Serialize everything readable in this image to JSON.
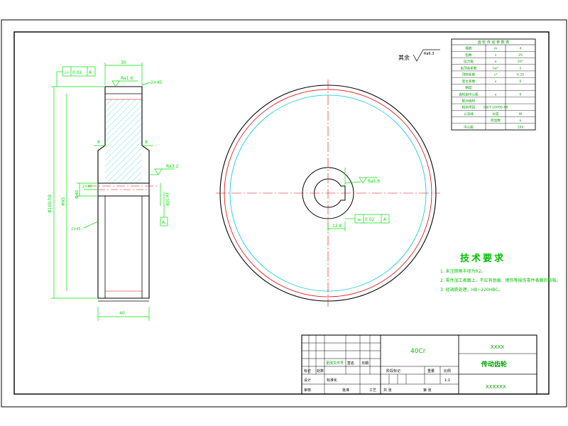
{
  "colors": {
    "frame": "#000000",
    "outline": "#ffffff",
    "body": "#000000",
    "dimension": "#00e000",
    "center_line": "#e00000",
    "pitch_circle": "#e00000",
    "root_circle": "#00c8e0",
    "hatch": "#00c8e0",
    "note_heading": "#00c000"
  },
  "section_view": {
    "flatness_callout": "0.02",
    "flatness_datum": "A",
    "width_dim": "30",
    "roughness_top": "Ra1.6",
    "chamfer_top": "2×45",
    "hub_dim_left": "8",
    "hub_dim_right": "8",
    "roughness_right": "Ra3.2",
    "datum_label": "A",
    "chamfer_bore": "2×45",
    "chamfer_bottom": "2×45",
    "outer_diameter": "Φ100-h9",
    "root_diameter": "Φ95",
    "bore_diameter": "Φ40",
    "bore_fit": "Φ20 H7",
    "hub_width_dim": "40"
  },
  "front_view": {
    "roughness_bore": "Ra1.6",
    "keyway_dim": "12.8",
    "symmetry_tol": "0.02",
    "symmetry_datum": "A",
    "rest_roughness_prefix": "其余",
    "rest_roughness_value": "Ra6.3"
  },
  "param_table": {
    "title": "齿 轮 传 动 参 数 表",
    "rows": [
      [
        "模数",
        "m",
        "4"
      ],
      [
        "齿数",
        "z",
        "25"
      ],
      [
        "压力角",
        "α",
        "20°"
      ],
      [
        "齿顶高系数",
        "ha*",
        "1"
      ],
      [
        "顶隙系数",
        "c*",
        "0.25"
      ],
      [
        "变位系数",
        "x",
        "0"
      ],
      [
        "精度",
        "",
        ""
      ],
      [
        "齿轮副中心距",
        "a",
        "0"
      ],
      [
        "配对齿轮",
        "",
        ""
      ],
      [
        "检验项目",
        "GB/T 10095-88",
        ""
      ],
      [
        "公法线",
        "长度",
        "W"
      ],
      [
        "",
        "跨齿数",
        "k"
      ],
      [
        "中心距",
        "",
        "100"
      ]
    ]
  },
  "tech_notes": {
    "heading": "技术要求",
    "items": [
      "1. 未注倒角半径为R2。",
      "2. 零件加工表面上，不应有划痕、擦伤等损伤零件表面的缺陷。",
      "3. 经调质处理，HB~220HBC。"
    ]
  },
  "title_block": {
    "material": "40Cr",
    "company": "XXXX",
    "part_name": "传动齿轮",
    "drawing_no": "XXXXXX",
    "label_marks": "标记",
    "label_zones": "处数",
    "label_change_doc": "更改文件号",
    "label_signature": "签名",
    "label_date": "日期",
    "label_design": "设计",
    "label_standardize": "标准化",
    "label_stage_mark": "阶段标记",
    "label_weight": "重量",
    "label_scale": "比例",
    "scale_value": "1:1",
    "label_review": "审核",
    "label_process": "工艺",
    "label_approve": "批准",
    "label_sheets": "共 张",
    "label_sheet_no": "第 张"
  }
}
